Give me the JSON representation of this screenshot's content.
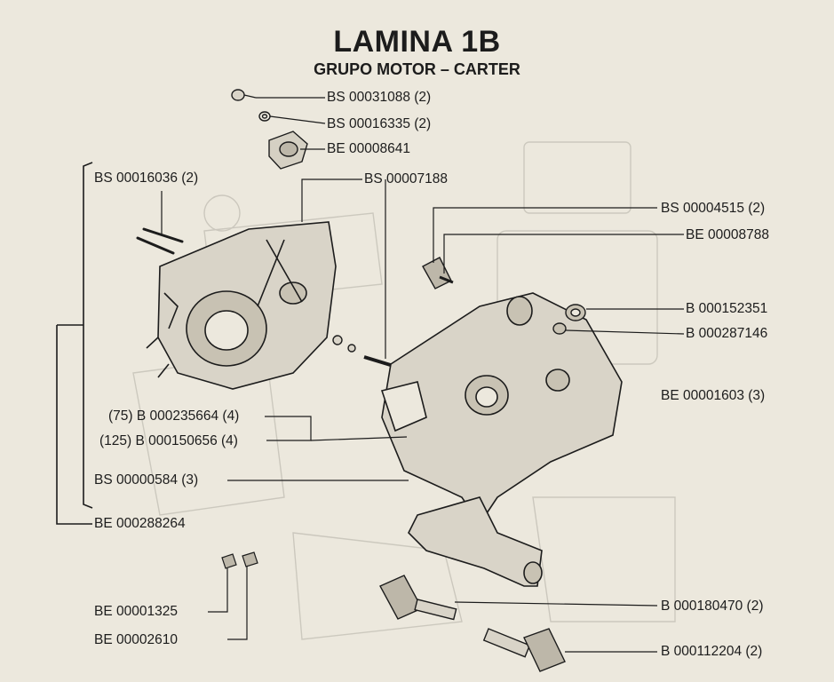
{
  "header": {
    "title": "LAMINA 1B",
    "subtitle": "GRUPO MOTOR – CARTER"
  },
  "callouts": {
    "bs_00031088": "BS 00031088 (2)",
    "bs_00016335": "BS 00016335 (2)",
    "be_00008641": "BE 00008641",
    "bs_00016036": "BS 00016036 (2)",
    "bs_00007188": "BS 00007188",
    "bs_00004515": "BS 00004515 (2)",
    "be_00008788": "BE 00008788",
    "b_000152351": "B 000152351",
    "b_000287146": "B 000287146",
    "be_00001603": "BE 00001603 (3)",
    "b_000235664": "(75) B 000235664 (4)",
    "b_000150656": "(125) B 000150656 (4)",
    "bs_00000584": "BS 00000584 (3)",
    "be_000288264": "BE 000288264",
    "be_00001325": "BE 00001325",
    "be_00002610": "BE 00002610",
    "b_000180470": "B 000180470 (2)",
    "b_000112204": "B 000112204 (2)"
  },
  "colors": {
    "paper": "#ece8dd",
    "ink": "#1c1c1c",
    "bleed": "#b9b6ae"
  }
}
